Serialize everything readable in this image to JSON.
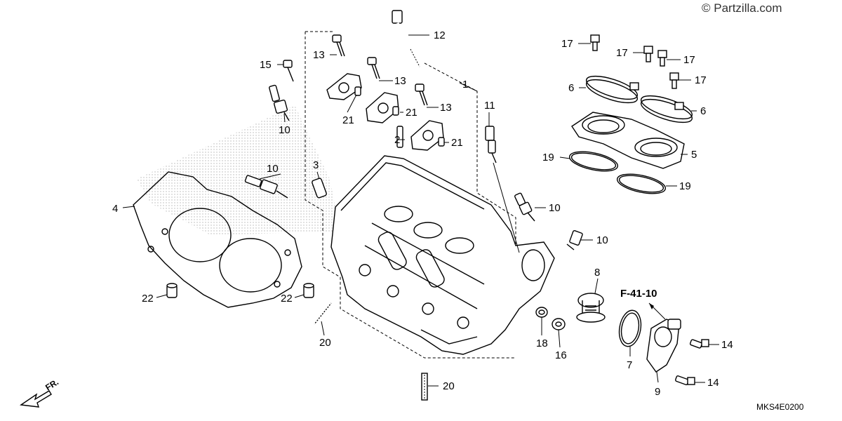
{
  "diagram": {
    "watermark": "© Partzilla.com",
    "diagram_code": "MKS4E0200",
    "reference": "F-41-10",
    "direction_label": "FR.",
    "callouts": {
      "c1": "1",
      "c2": "2",
      "c3": "3",
      "c4": "4",
      "c5": "5",
      "c6a": "6",
      "c6b": "6",
      "c7": "7",
      "c8": "8",
      "c9": "9",
      "c10a": "10",
      "c10b": "10",
      "c10c": "10",
      "c10d": "10",
      "c11": "11",
      "c12": "12",
      "c13a": "13",
      "c13b": "13",
      "c13c": "13",
      "c14a": "14",
      "c14b": "14",
      "c15": "15",
      "c16": "16",
      "c17a": "17",
      "c17b": "17",
      "c17c": "17",
      "c17d": "17",
      "c18": "18",
      "c19a": "19",
      "c19b": "19",
      "c20a": "20",
      "c20b": "20",
      "c21a": "21",
      "c21b": "21",
      "c21c": "21",
      "c22a": "22",
      "c22b": "22"
    }
  }
}
